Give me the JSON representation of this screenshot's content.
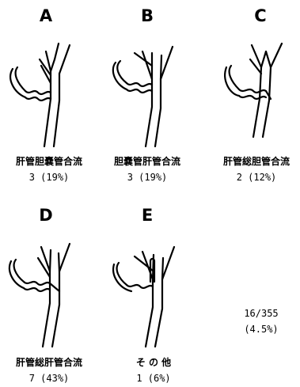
{
  "panels": [
    {
      "letter": "A",
      "caption": "肝管胆嚢管合流",
      "stat": "3 (19%)"
    },
    {
      "letter": "B",
      "caption": "胆嚢管肝管合流",
      "stat": "3 (19%)"
    },
    {
      "letter": "C",
      "caption": "肝管総胆管合流",
      "stat": "2 (12%)"
    },
    {
      "letter": "D",
      "caption": "肝管総肝管合流",
      "stat": "7 (43%)"
    },
    {
      "letter": "E",
      "caption": "そ の 他",
      "stat": "1 (6%)"
    }
  ],
  "summary": {
    "ratio": "16/355",
    "percent": "(4.5%)"
  }
}
